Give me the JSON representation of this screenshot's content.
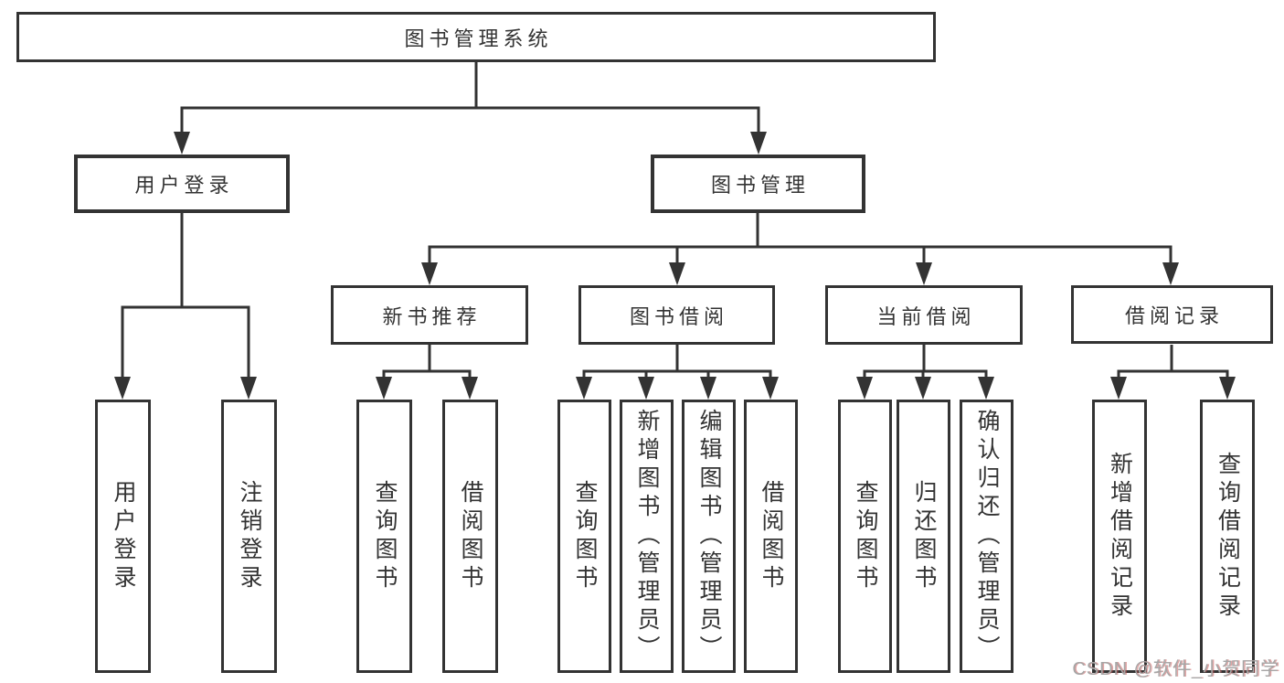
{
  "diagram": {
    "root": {
      "label": "图书管理系统"
    },
    "level2": [
      {
        "label": "用户登录",
        "children": [
          {
            "label": "用户登录"
          },
          {
            "label": "注销登录"
          }
        ]
      },
      {
        "label": "图书管理",
        "children": [
          {
            "label": "新书推荐",
            "children": [
              {
                "label": "查询图书"
              },
              {
                "label": "借阅图书"
              }
            ]
          },
          {
            "label": "图书借阅",
            "children": [
              {
                "label": "查询图书"
              },
              {
                "label": "新增图书（管理员）"
              },
              {
                "label": "编辑图书（管理员）"
              },
              {
                "label": "借阅图书"
              }
            ]
          },
          {
            "label": "当前借阅",
            "children": [
              {
                "label": "查询图书"
              },
              {
                "label": "归还图书"
              },
              {
                "label": "确认归还（管理员）"
              }
            ]
          },
          {
            "label": "借阅记录",
            "children": [
              {
                "label": "新增借阅记录"
              },
              {
                "label": "查询借阅记录"
              }
            ]
          }
        ]
      }
    ]
  },
  "watermark": {
    "text": "CSDN @软件_小贺同学"
  },
  "colors": {
    "line": "#333333",
    "text": "#333333",
    "background": "#ffffff",
    "watermark": "#a6a6a6"
  }
}
